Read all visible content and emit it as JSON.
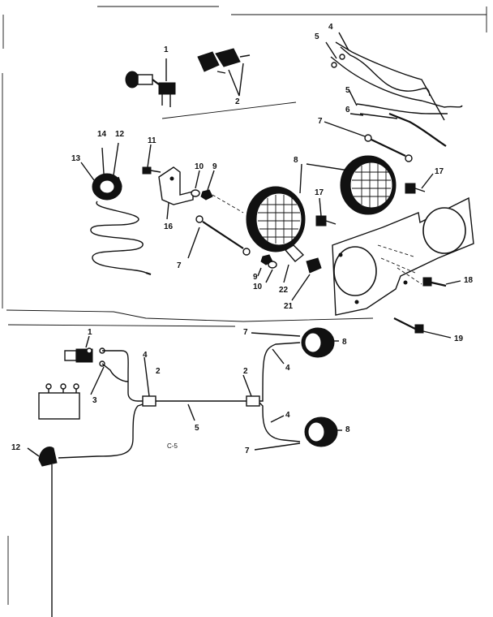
{
  "diagram": {
    "labels": {
      "n1": "1",
      "n2": "2",
      "n3": "3",
      "n4": "4",
      "n5": "5",
      "n6": "6",
      "n7": "7",
      "n8": "8",
      "n9": "9",
      "n10": "10",
      "n11": "11",
      "n12": "12",
      "n13": "13",
      "n14": "14",
      "n16": "16",
      "n17": "17",
      "n18": "18",
      "n19": "19",
      "n21": "21",
      "n22": "22"
    },
    "schematic_code": "C-5"
  }
}
